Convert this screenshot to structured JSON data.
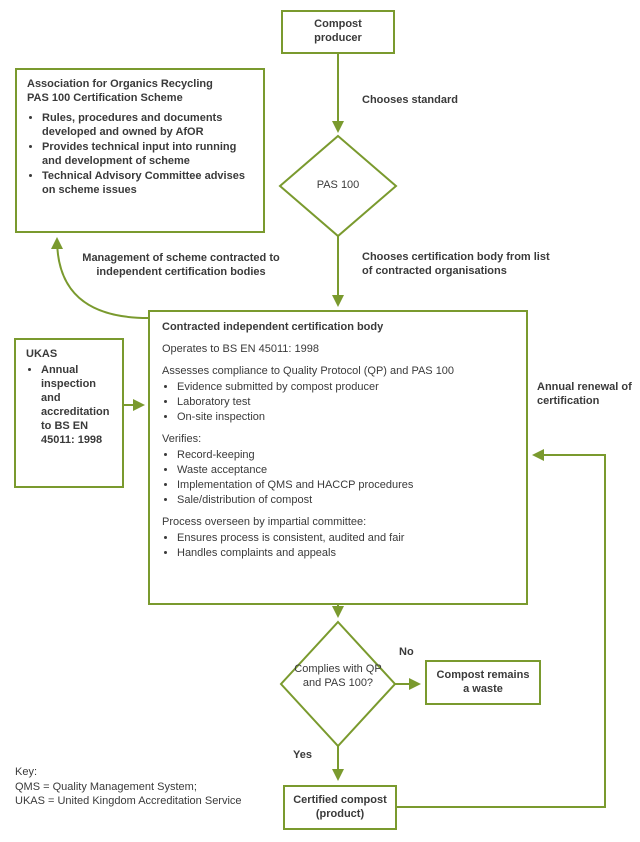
{
  "colors": {
    "accent": "#7a9a2e",
    "text": "#3a3a3a",
    "background": "#ffffff"
  },
  "boxes": {
    "compost_producer": {
      "label": "Compost producer"
    },
    "afor": {
      "title_line1": "Association for Organics Recycling",
      "title_line2": "PAS 100 Certification Scheme",
      "bullets": [
        "Rules, procedures and documents developed and owned by AfOR",
        "Provides technical input into running and development of scheme",
        "Technical Advisory Committee advises on scheme issues"
      ]
    },
    "ukas": {
      "title": "UKAS",
      "bullets": [
        "Annual inspection and accreditation to BS EN 45011: 1998"
      ]
    },
    "cert_body": {
      "title": "Contracted independent certification body",
      "operates": "Operates to BS EN 45011: 1998",
      "sections": [
        {
          "title": "Assesses compliance to Quality Protocol (QP) and PAS 100",
          "bullets": [
            "Evidence submitted by compost producer",
            "Laboratory test",
            "On-site inspection"
          ]
        },
        {
          "title": "Verifies:",
          "bullets": [
            "Record-keeping",
            "Waste acceptance",
            "Implementation of QMS and HACCP procedures",
            "Sale/distribution of compost"
          ]
        },
        {
          "title": "Process overseen by impartial committee:",
          "bullets": [
            "Ensures process is consistent, audited and fair",
            "Handles complaints and appeals"
          ]
        }
      ]
    },
    "waste": {
      "label": "Compost remains a waste"
    },
    "certified": {
      "label": "Certified compost (product)"
    }
  },
  "diamonds": {
    "pas100": {
      "label": "PAS 100"
    },
    "complies": {
      "label": "Complies with QP and PAS 100?"
    }
  },
  "edge_labels": {
    "chooses_standard": "Chooses standard",
    "chooses_cert_body": "Chooses certification body from list of contracted organisations",
    "management": "Management of scheme contracted to independent certification bodies",
    "annual_renewal": "Annual renewal of certification",
    "no": "No",
    "yes": "Yes"
  },
  "key": {
    "line1": "Key:",
    "line2": "QMS = Quality Management System;",
    "line3": "UKAS = United Kingdom Accreditation Service"
  }
}
